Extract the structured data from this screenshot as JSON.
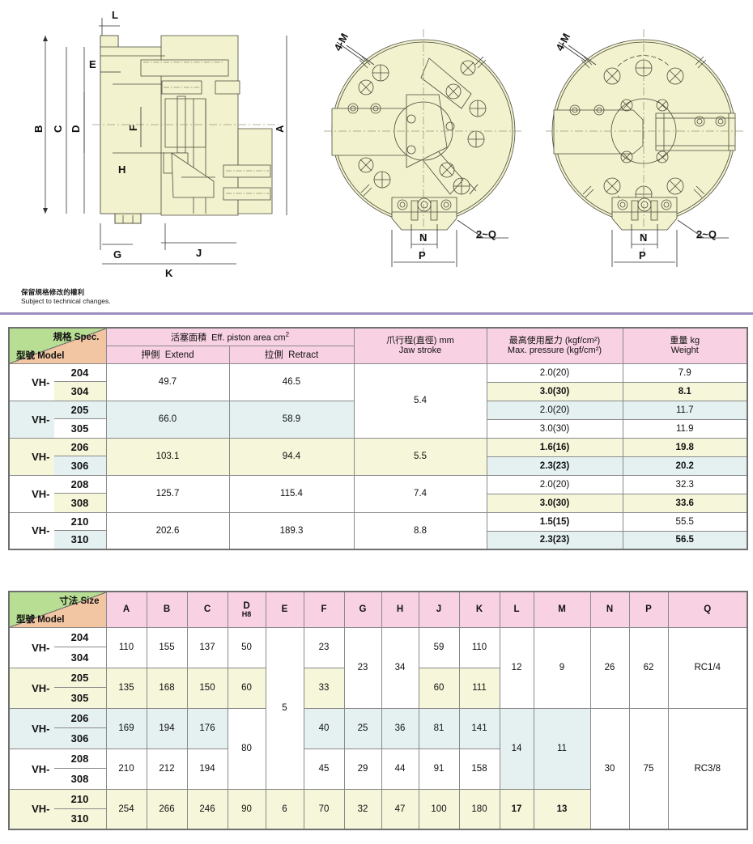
{
  "drawings": {
    "section_view": {
      "name": "cross-section-view",
      "dimension_labels": [
        "L",
        "E",
        "B",
        "C",
        "D",
        "F",
        "A",
        "H",
        "G",
        "J",
        "K"
      ]
    },
    "front_view_3jaw": {
      "name": "front-view-3-jaw",
      "callouts": [
        "4-M",
        "2~Q"
      ],
      "dimension_labels": [
        "N",
        "P"
      ]
    },
    "front_view_2jaw": {
      "name": "front-view-2-jaw",
      "callouts": [
        "4-M",
        "2~Q"
      ],
      "dimension_labels": [
        "N",
        "P"
      ]
    }
  },
  "disclaimer": {
    "zh": "保留規格修改的權利",
    "en": "Subject to technical changes."
  },
  "colors": {
    "header_pink": "#f8d1e2",
    "corner_green": "#b7de92",
    "corner_orange": "#f2c6a2",
    "row_yellow": "#f6f6da",
    "row_blue": "#e5f1f1",
    "rule_purple": "#9a8fc0",
    "drawing_fill": "#f2f2cf"
  },
  "table1": {
    "corner": {
      "spec": "規格 Spec.",
      "model": "型號 Model"
    },
    "headers": {
      "piston_area": {
        "zh": "活塞面積",
        "en": "Eff. piston area  cm",
        "sup": "2"
      },
      "extend": {
        "zh": "押側",
        "en": "Extend"
      },
      "retract": {
        "zh": "拉側",
        "en": "Retract"
      },
      "jaw_stroke": {
        "zh": "爪行程(直徑) mm",
        "en": "Jaw stroke"
      },
      "max_pressure": {
        "zh": "最高使用壓力  (kgf/cm²)",
        "en": "Max. pressure (kgf/cm²)"
      },
      "weight": {
        "zh": "重量  kg",
        "en": "Weight"
      }
    },
    "prefix": "VH-",
    "rows": [
      {
        "models": [
          "204",
          "304"
        ],
        "tint": "white",
        "model_tint": [
          "white",
          "yellow"
        ],
        "extend": "49.7",
        "retract": "46.5",
        "jaw_stroke": "5.4",
        "pressures": [
          "2.0(20)",
          "3.0(30)"
        ],
        "weights": [
          "7.9",
          "8.1"
        ],
        "sub_tints": [
          "white",
          "yellow"
        ]
      },
      {
        "models": [
          "205",
          "305"
        ],
        "tint": "blue",
        "model_tint": [
          "blue",
          "white"
        ],
        "extend": "66.0",
        "retract": "58.9",
        "jaw_stroke": "",
        "pressures": [
          "2.0(20)",
          "3.0(30)"
        ],
        "weights": [
          "11.7",
          "11.9"
        ],
        "sub_tints": [
          "blue",
          "white"
        ]
      },
      {
        "models": [
          "206",
          "306"
        ],
        "tint": "yellow",
        "model_tint": [
          "yellow",
          "blue"
        ],
        "extend": "103.1",
        "retract": "94.4",
        "jaw_stroke": "5.5",
        "pressures": [
          "1.6(16)",
          "2.3(23)"
        ],
        "weights": [
          "19.8",
          "20.2"
        ],
        "sub_tints": [
          "yellow",
          "blue"
        ]
      },
      {
        "models": [
          "208",
          "308"
        ],
        "tint": "white",
        "model_tint": [
          "white",
          "yellow"
        ],
        "extend": "125.7",
        "retract": "115.4",
        "jaw_stroke": "7.4",
        "pressures": [
          "2.0(20)",
          "3.0(30)"
        ],
        "weights": [
          "32.3",
          "33.6"
        ],
        "sub_tints": [
          "white",
          "yellow"
        ]
      },
      {
        "models": [
          "210",
          "310"
        ],
        "tint": "white",
        "model_tint": [
          "white",
          "blue"
        ],
        "extend": "202.6",
        "retract": "189.3",
        "jaw_stroke": "8.8",
        "pressures": [
          "1.5(15)",
          "2.3(23)"
        ],
        "weights": [
          "55.5",
          "56.5"
        ],
        "sub_tints": [
          "white",
          "blue"
        ]
      }
    ]
  },
  "table2": {
    "corner": {
      "spec": "寸法 Size",
      "model": "型號 Model"
    },
    "columns": [
      "A",
      "B",
      "C",
      "D",
      "E",
      "F",
      "G",
      "H",
      "J",
      "K",
      "L",
      "M",
      "N",
      "P",
      "Q"
    ],
    "column_sub": {
      "D": "H8"
    },
    "prefix": "VH-",
    "rows": [
      {
        "models": [
          "204",
          "304"
        ],
        "tint": "white",
        "model_tint": [
          "white",
          "white"
        ],
        "A": "110",
        "B": "155",
        "C": "137",
        "D": "50",
        "F": "23"
      },
      {
        "models": [
          "205",
          "305"
        ],
        "tint": "yellow",
        "model_tint": [
          "yellow",
          "yellow"
        ],
        "A": "135",
        "B": "168",
        "C": "150",
        "D": "60",
        "F": "33"
      },
      {
        "models": [
          "206",
          "306"
        ],
        "tint": "blue",
        "model_tint": [
          "blue",
          "blue"
        ],
        "A": "169",
        "B": "194",
        "C": "176",
        "F": "40",
        "G": "25",
        "H": "36",
        "J": "81",
        "K": "141"
      },
      {
        "models": [
          "208",
          "308"
        ],
        "tint": "white",
        "model_tint": [
          "white",
          "white"
        ],
        "A": "210",
        "B": "212",
        "C": "194",
        "F": "45",
        "G": "29",
        "H": "44",
        "J": "91",
        "K": "158"
      },
      {
        "models": [
          "210",
          "310"
        ],
        "tint": "yellow",
        "model_tint": [
          "yellow",
          "yellow"
        ],
        "A": "254",
        "B": "266",
        "C": "246",
        "D": "90",
        "E": "6",
        "F": "70",
        "G": "32",
        "H": "47",
        "J": "100",
        "K": "180",
        "L": "17",
        "M": "13"
      }
    ],
    "spans": {
      "J_204": "59",
      "K_204": "110",
      "J_205": "60",
      "K_205": "111",
      "G_top": "23",
      "H_top": "34",
      "D_mid": "80",
      "E_top": "5",
      "L_top": "12",
      "M_top": "9",
      "L_mid": "14",
      "M_mid": "11",
      "N_top": "26",
      "P_top": "62",
      "Q_top": "RC1/4",
      "N_bot": "30",
      "P_bot": "75",
      "Q_bot": "RC3/8"
    }
  }
}
